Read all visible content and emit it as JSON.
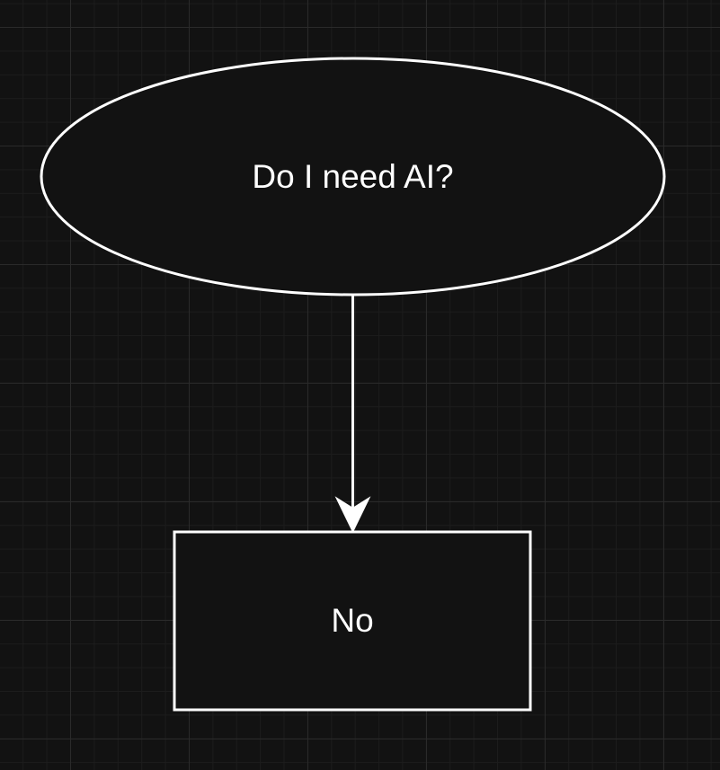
{
  "diagram": {
    "background_color": "#121212",
    "grid_color": "#2a2a2a",
    "node_fill": "#121212",
    "stroke_color": "#ffffff",
    "start_node": {
      "label": "Do I need AI?",
      "shape": "ellipse"
    },
    "end_node": {
      "label": "No",
      "shape": "rectangle"
    },
    "edge": {
      "from": "start_node",
      "to": "end_node",
      "arrow": "triangle"
    }
  }
}
